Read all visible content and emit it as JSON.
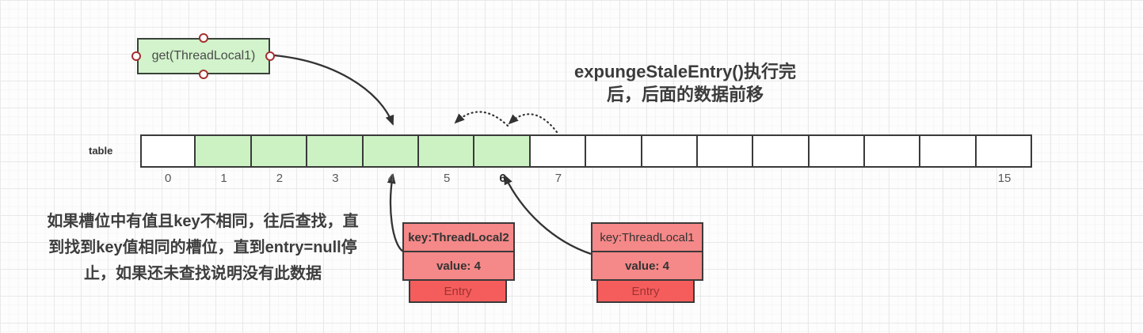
{
  "get_box": {
    "label": "get(ThreadLocal1)"
  },
  "title": {
    "line1": "expungeStaleEntry()执行完",
    "line2": "后，后面的数据前移"
  },
  "table": {
    "label": "table",
    "cells": [
      {
        "index": "0",
        "filled": false,
        "bold": false
      },
      {
        "index": "1",
        "filled": true,
        "bold": false
      },
      {
        "index": "2",
        "filled": true,
        "bold": false
      },
      {
        "index": "3",
        "filled": true,
        "bold": false
      },
      {
        "index": "4",
        "filled": true,
        "bold": false
      },
      {
        "index": "5",
        "filled": true,
        "bold": false
      },
      {
        "index": "6",
        "filled": true,
        "bold": true
      },
      {
        "index": "7",
        "filled": false,
        "bold": false
      },
      {
        "index": "",
        "filled": false,
        "bold": false
      },
      {
        "index": "",
        "filled": false,
        "bold": false
      },
      {
        "index": "",
        "filled": false,
        "bold": false
      },
      {
        "index": "",
        "filled": false,
        "bold": false
      },
      {
        "index": "",
        "filled": false,
        "bold": false
      },
      {
        "index": "",
        "filled": false,
        "bold": false
      },
      {
        "index": "",
        "filled": false,
        "bold": false
      },
      {
        "index": "15",
        "filled": false,
        "bold": false
      }
    ]
  },
  "note": {
    "line1": "如果槽位中有值且key不相同，往后查找，直",
    "line2": "到找到key值相同的槽位，直到entry=null停",
    "line3": "止，如果还未查找说明没有此数据"
  },
  "entries": [
    {
      "key": "key:ThreadLocal2",
      "value": "value: 4",
      "label": "Entry"
    },
    {
      "key": "key:ThreadLocal1",
      "value": "value: 4",
      "label": "Entry"
    }
  ],
  "colors": {
    "node_green": "#d2f3cb",
    "cell_green": "#ccf2c4",
    "entry_pink": "#f58888",
    "entry_red": "#f55d5d",
    "entry_text": "#a03232",
    "border_dark": "#3a3a3a",
    "handle_border": "#a53030",
    "arrow": "#333333"
  }
}
